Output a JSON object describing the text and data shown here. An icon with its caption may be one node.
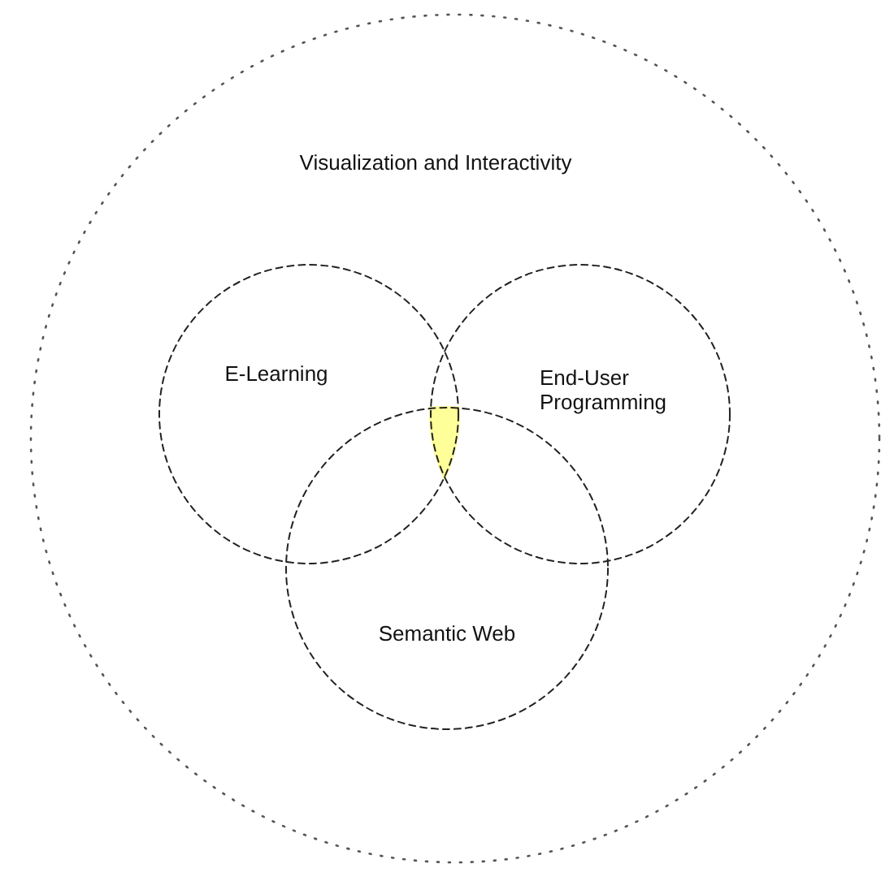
{
  "diagram": {
    "nodes": [
      {
        "text": [
          "Visualization and Interactivity"
        ]
      },
      {
        "text": [
          "E-Learning"
        ],
        "in": 0
      },
      {
        "text": [
          "End-User Programming"
        ],
        "in": 0
      },
      {
        "text": [
          "Semantic Web"
        ],
        "in": 0
      }
    ],
    "edges": []
  }
}
